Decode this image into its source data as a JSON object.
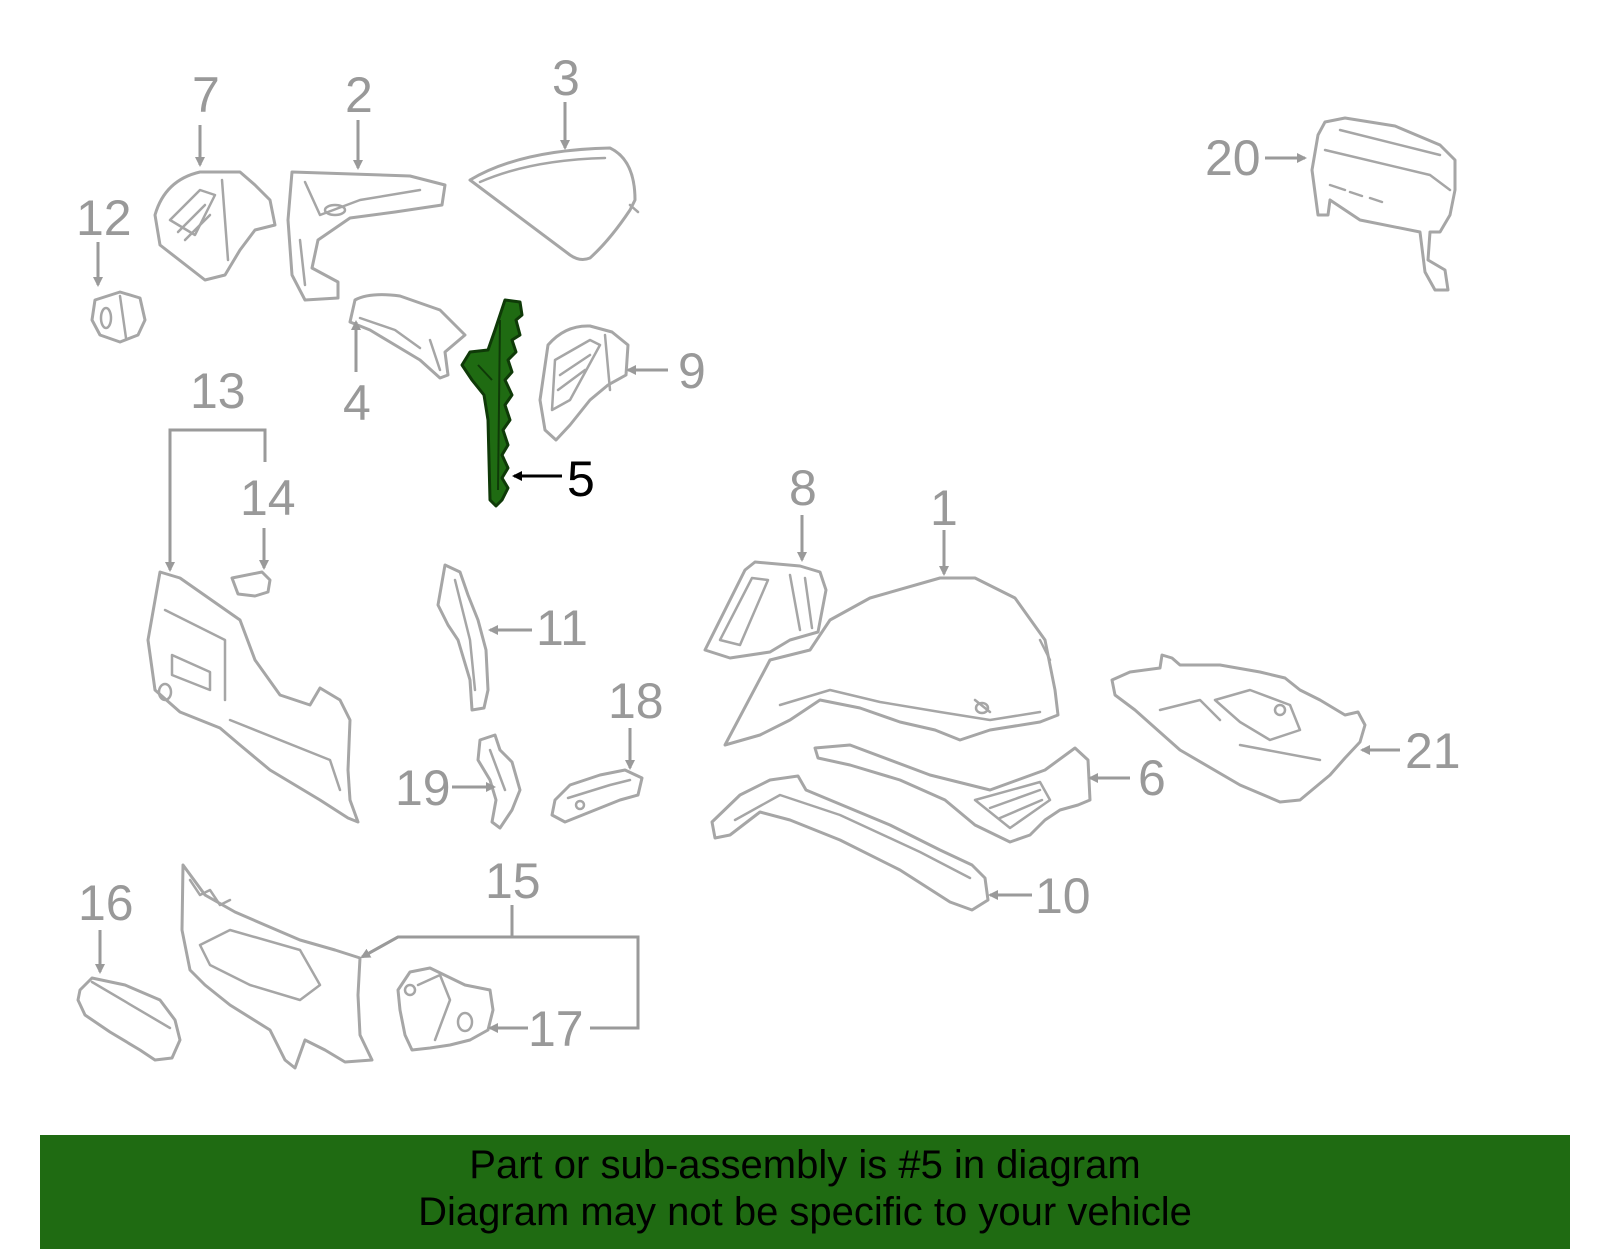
{
  "callouts": {
    "c1": "1",
    "c2": "2",
    "c3": "3",
    "c4": "4",
    "c5": "5",
    "c6": "6",
    "c7": "7",
    "c8": "8",
    "c9": "9",
    "c10": "10",
    "c11": "11",
    "c12": "12",
    "c13": "13",
    "c14": "14",
    "c15": "15",
    "c16": "16",
    "c17": "17",
    "c18": "18",
    "c19": "19",
    "c20": "20",
    "c21": "21"
  },
  "highlighted_part": "5",
  "colors": {
    "highlight": "#1f6b12",
    "banner": "#1f6b12",
    "outline": "#a6a6a6",
    "callout_text": "#999999"
  },
  "banner": {
    "line1": "Part or sub-assembly is #5 in diagram",
    "line2": "Diagram may not be specific to your vehicle"
  }
}
